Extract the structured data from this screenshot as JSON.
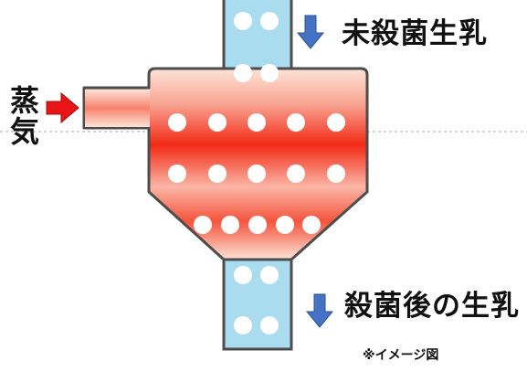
{
  "labels": {
    "unsterilized_milk": "未殺菌生乳",
    "sterilized_milk": "殺菌後の生乳",
    "steam": "蒸気",
    "image_note": "※イメージ図"
  },
  "colors": {
    "milk_pipe": "#a9dcef",
    "heater_red": "#f22a15",
    "heater_light": "#fde3d7",
    "outline": "#4d4d4d",
    "down_arrow": "#4472c4",
    "steam_arrow": "#e81416",
    "bubble": "#ffffff",
    "dashed_line": "#aaaaaa"
  },
  "icons": {
    "inlet_arrow": "arrow-down-icon",
    "outlet_arrow": "arrow-down-icon",
    "steam_arrow": "arrow-right-icon"
  }
}
